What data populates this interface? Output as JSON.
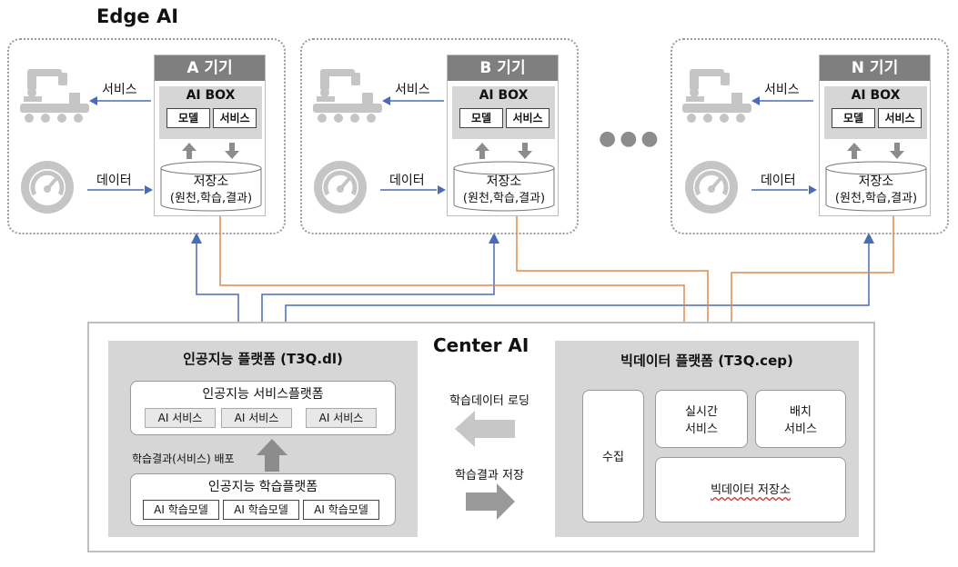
{
  "edge": {
    "title": "Edge AI",
    "devices": [
      {
        "name": "A 기기"
      },
      {
        "name": "B 기기"
      },
      {
        "name": "N 기기"
      }
    ],
    "aibox_title": "AI BOX",
    "chip_model": "모델",
    "chip_service": "서비스",
    "storage_title": "저장소",
    "storage_sub": "(원천,학습,결과)",
    "label_service": "서비스",
    "label_data": "데이터",
    "ellipsis": "●●●"
  },
  "center": {
    "title": "Center AI",
    "ai_platform": {
      "title": "인공지능 플랫폼 (T3Q.dl)",
      "service_platform": {
        "title": "인공지능 서비스플랫폼",
        "items": [
          "AI 서비스",
          "AI 서비스",
          "AI 서비스"
        ]
      },
      "deploy_label": "학습결과(서비스) 배포",
      "learning_platform": {
        "title": "인공지능 학습플랫폼",
        "items": [
          "AI 학습모델",
          "AI 학습모델",
          "AI 학습모델"
        ]
      }
    },
    "load_label": "학습데이터 로딩",
    "save_label": "학습결과 저장",
    "bigdata_platform": {
      "title": "빅데이터 플랫폼 (T3Q.cep)",
      "collect": "수집",
      "realtime_1": "실시간",
      "realtime_2": "서비스",
      "batch_1": "배치",
      "batch_2": "서비스",
      "storage": "빅데이터 저장소"
    }
  },
  "colors": {
    "blue_arrow": "#4a6bb5",
    "orange_arrow": "#e08a4a",
    "panel_gray": "#d6d6d6",
    "header_gray": "#7f7f7f",
    "arrow_gray": "#8c8c8c"
  }
}
